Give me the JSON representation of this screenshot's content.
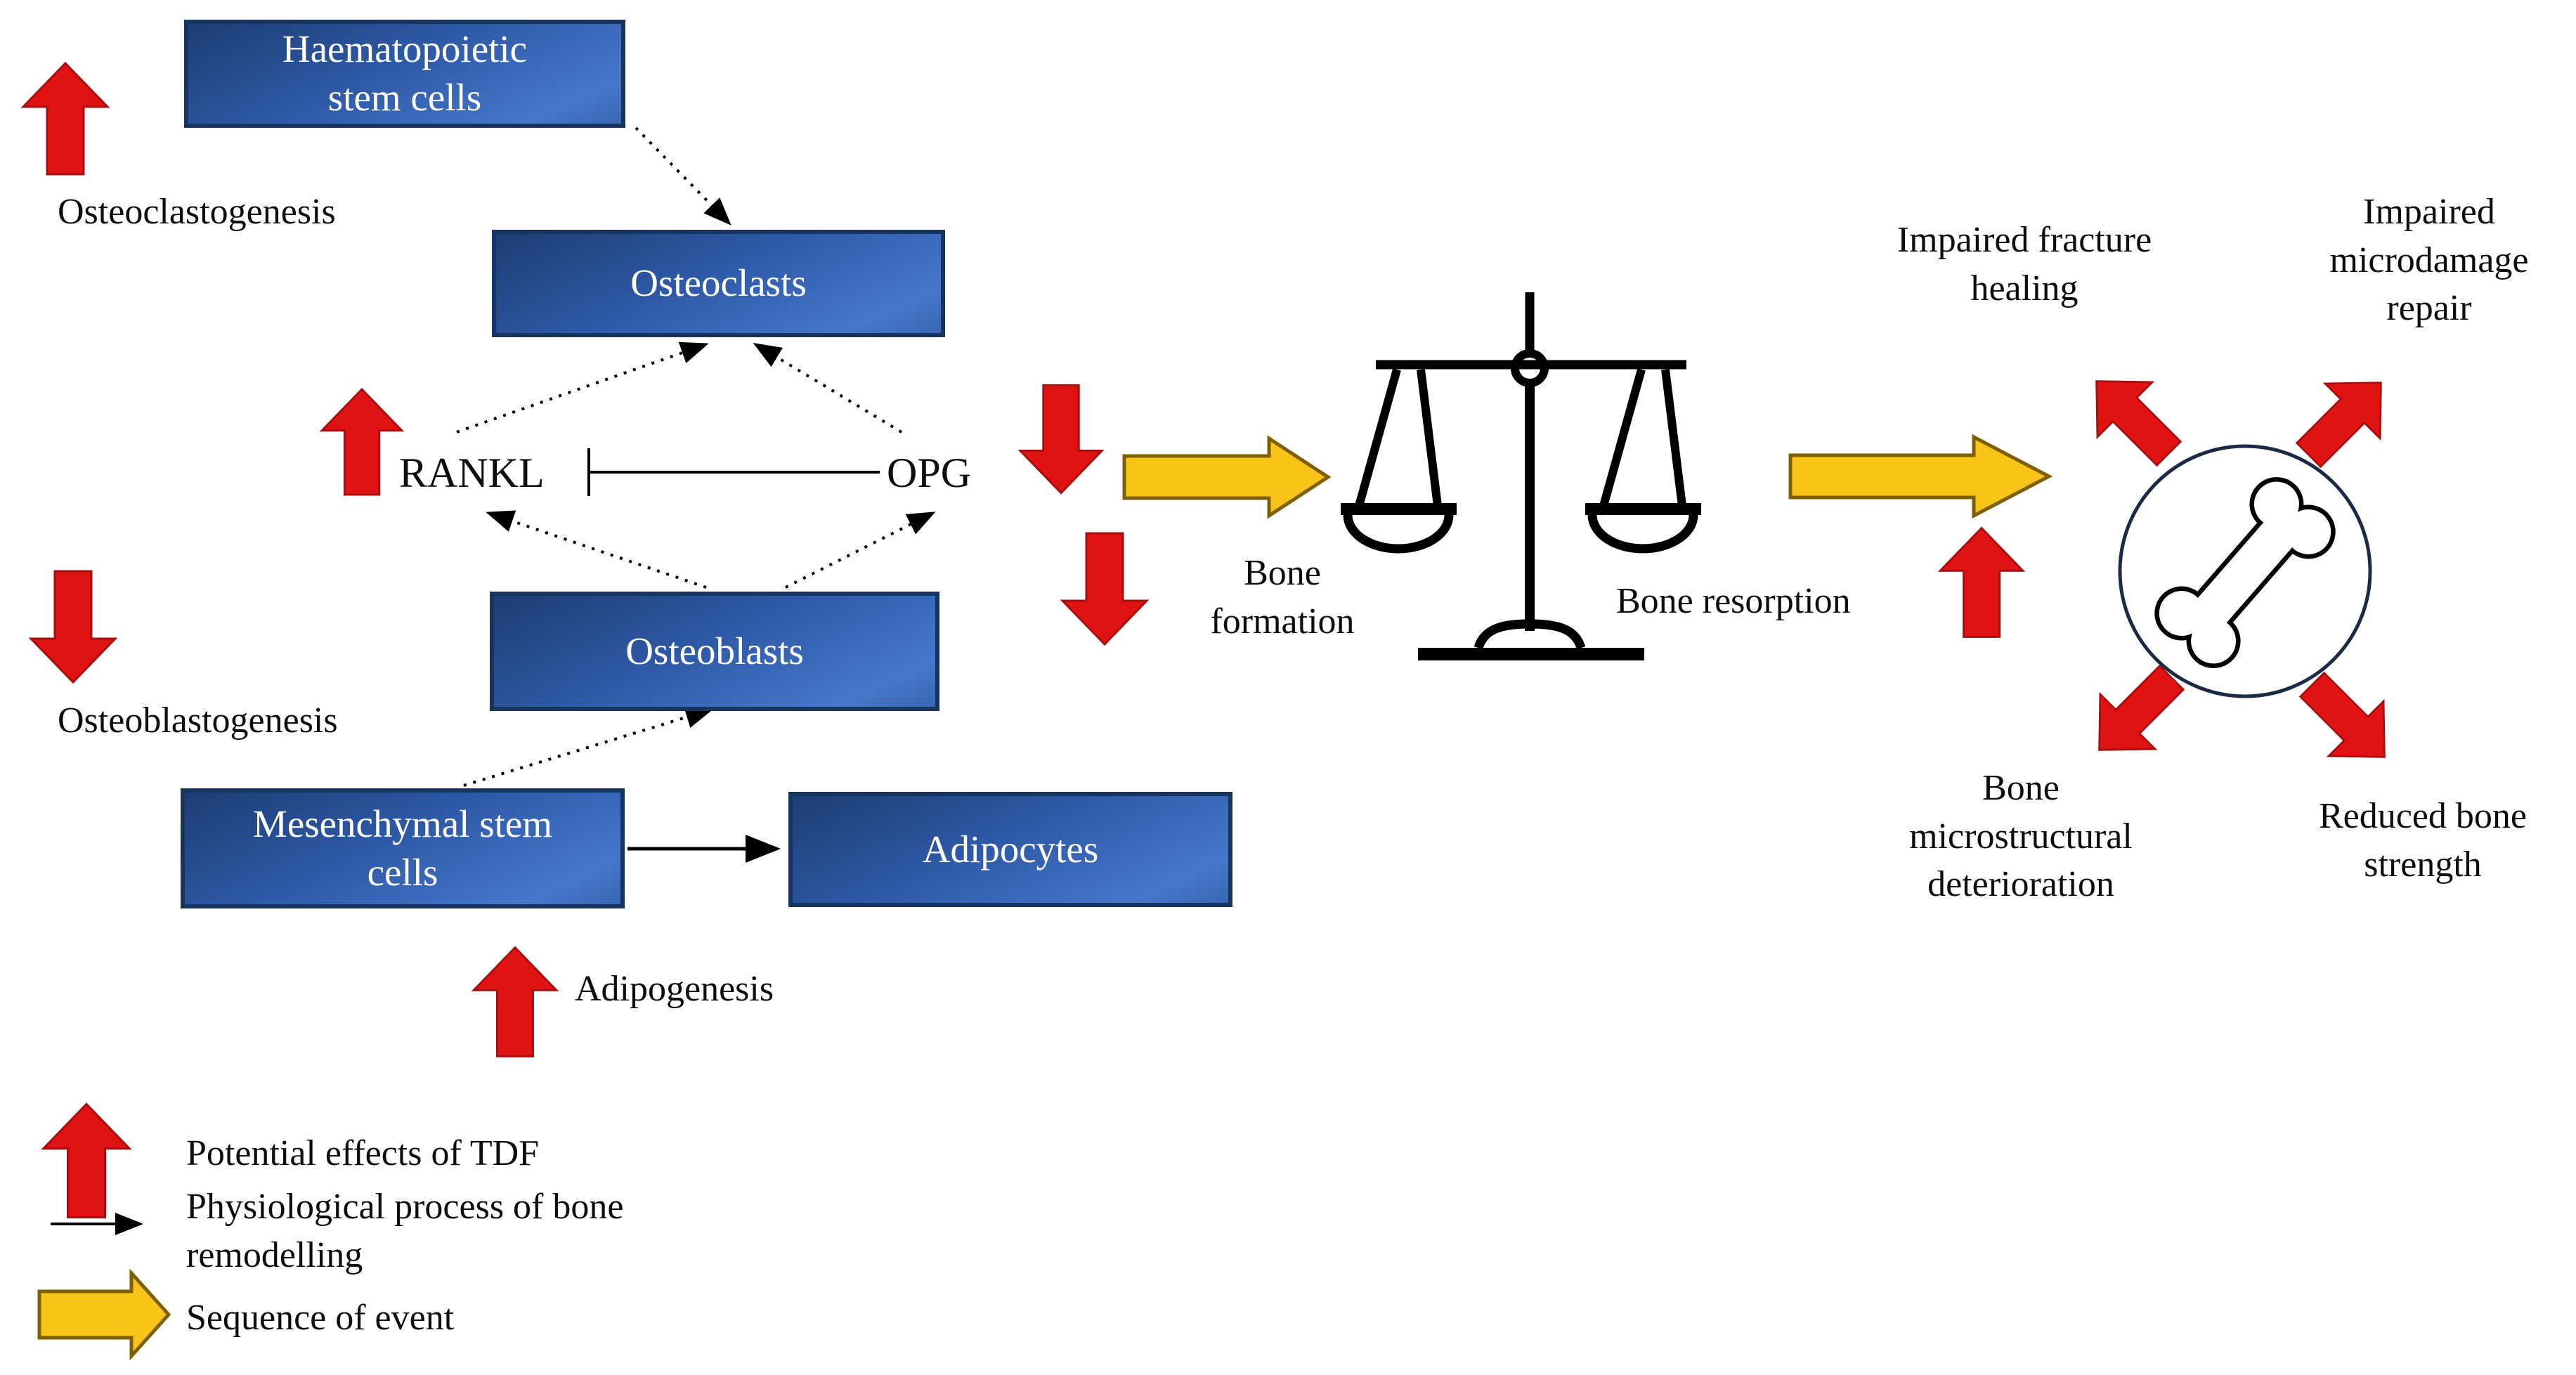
{
  "boxes": {
    "hsc": "Haematopoietic stem cells",
    "osteoclasts": "Osteoclasts",
    "osteoblasts": "Osteoblasts",
    "msc": "Mesenchymal stem cells",
    "adipocytes": "Adipocytes"
  },
  "labels": {
    "osteoclastogenesis": "Osteoclastogenesis",
    "rankl": "RANKL",
    "opg": "OPG",
    "osteoblastogenesis": "Osteoblastogenesis",
    "adipogenesis": "Adipogenesis",
    "bone_formation": "Bone formation",
    "bone_resorption": "Bone resorption",
    "impaired_fracture_healing": "Impaired fracture healing",
    "impaired_microdamage_repair": "Impaired microdamage repair",
    "bone_microstructural_deterioration": "Bone microstructural deterioration",
    "reduced_bone_strength": "Reduced bone strength"
  },
  "legend": {
    "items": [
      {
        "icon": "red-up-arrow",
        "label": "Potential effects of TDF"
      },
      {
        "icon": "thin-black-arrow",
        "label": "Physiological process of bone remodelling"
      },
      {
        "icon": "yellow-right-arrow",
        "label": "Sequence of event"
      }
    ]
  },
  "icons": {
    "balance_scale": "balance-scale-icon",
    "bone_circle": "bone-in-circle-icon"
  },
  "colors": {
    "red_arrow": "#e01212",
    "red_arrow_edge": "#a50f0f",
    "yellow_arrow": "#f9c418",
    "yellow_arrow_edge": "#7f6000",
    "box_blue_dark": "#1d3e74",
    "box_blue_light": "#4677cb",
    "box_border": "#17345e",
    "line_black": "#000000"
  }
}
